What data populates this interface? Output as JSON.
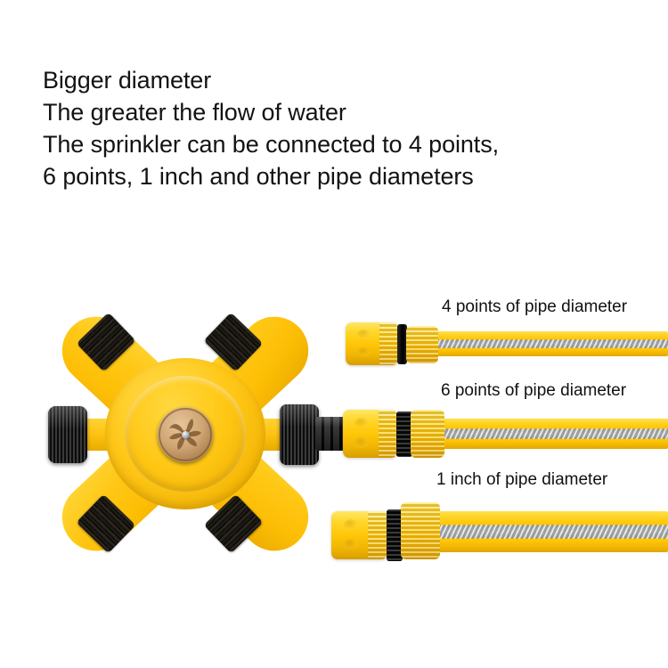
{
  "headline": {
    "lines": [
      "Bigger diameter",
      "The greater the flow of water",
      "The sprinkler can be connected to 4 points,",
      "6 points, 1 inch and other pipe diameters"
    ]
  },
  "product": {
    "name": "rotating-lawn-sprinkler",
    "body_color": "#ffc608",
    "nozzle_color": "#141414",
    "turbine_color": "#c09a68",
    "arm_count": 4,
    "nozzle_pad_count": 4,
    "parts": {
      "center_turbine": "brass-swirl-turbine",
      "left_cap": "black-ribbed-end-cap",
      "right_connector": "black-quick-connect-barb"
    }
  },
  "hoses": [
    {
      "label": "4 points of pipe diameter",
      "size": "4 points",
      "tube_color": "#ffc608",
      "mesh_color": "#c2c5c6",
      "coupling": "yellow-quick-connector",
      "oring_color": "#0a0a0a"
    },
    {
      "label": "6 points of pipe diameter",
      "size": "6 points",
      "tube_color": "#ffc608",
      "mesh_color": "#c2c5c6",
      "coupling": "yellow-quick-connector",
      "oring_color": "#0a0a0a"
    },
    {
      "label": "1 inch of pipe diameter",
      "size": "1 inch",
      "tube_color": "#ffc608",
      "mesh_color": "#c2c5c6",
      "coupling": "yellow-quick-connector",
      "oring_color": "#0a0a0a"
    }
  ],
  "background": "#ffffff"
}
